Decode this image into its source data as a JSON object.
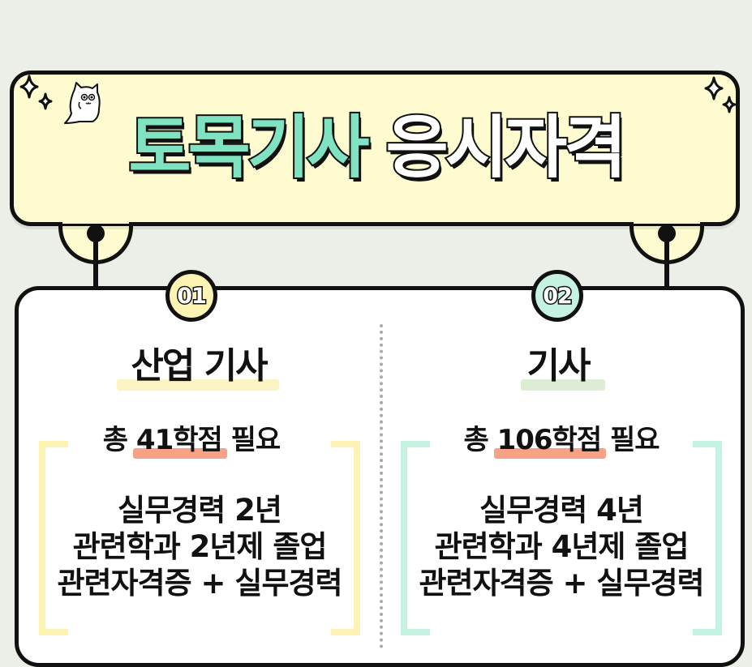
{
  "title": {
    "part1": "토목기사",
    "part2": "응시자격"
  },
  "colors": {
    "background": "#ecefe8",
    "banner_fill": "#fffbd0",
    "title_green": "#7fe3c2",
    "outline": "#111111",
    "badge1_fill": "#fdf3b3",
    "badge2_fill": "#c6f2e1",
    "bracket_yellow": "#fdf3b3",
    "bracket_mint": "#c6f2e1",
    "highlight_yellow": "#fbf3c2",
    "highlight_green": "#dcedd3",
    "underline_salmon": "#f7a185"
  },
  "columns": [
    {
      "badge": "01",
      "heading": "산업 기사",
      "total_prefix": "총 ",
      "total_number": "41학점",
      "total_suffix": " 필요",
      "requirements": [
        "실무경력 2년",
        "관련학과 2년제 졸업",
        "관련자격증 + 실무경력"
      ]
    },
    {
      "badge": "02",
      "heading": "기사",
      "total_prefix": "총 ",
      "total_number": "106학점",
      "total_suffix": " 필요",
      "requirements": [
        "실무경력 4년",
        "관련학과 4년제 졸업",
        "관련자격증 + 실무경력"
      ]
    }
  ],
  "icons": [
    "sparkle-icon",
    "cat-character-icon",
    "connector-dot-icon"
  ]
}
